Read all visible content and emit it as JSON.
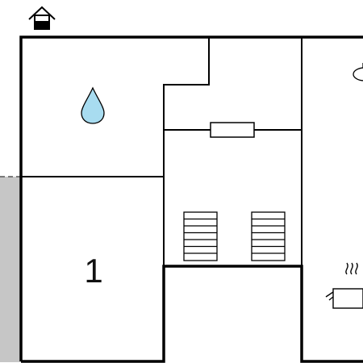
{
  "floorplan": {
    "rooms": [
      {
        "id": "bedroom",
        "label": "1"
      },
      {
        "id": "bathroom",
        "label": ""
      },
      {
        "id": "kitchen",
        "label": ""
      },
      {
        "id": "hall",
        "label": ""
      }
    ],
    "icons": {
      "entrance": "house-entrance-icon",
      "bathroom": "water-drop-icon",
      "ceiling_lamp": "ceiling-lamp-icon",
      "cooking": "cooking-pot-icon",
      "stairs": "stairs-icon",
      "window": "window-icon"
    },
    "colors": {
      "wall": "#000000",
      "water_drop": "#a8dcf0",
      "terrace": "#c6c6c6",
      "background": "#ffffff"
    }
  }
}
